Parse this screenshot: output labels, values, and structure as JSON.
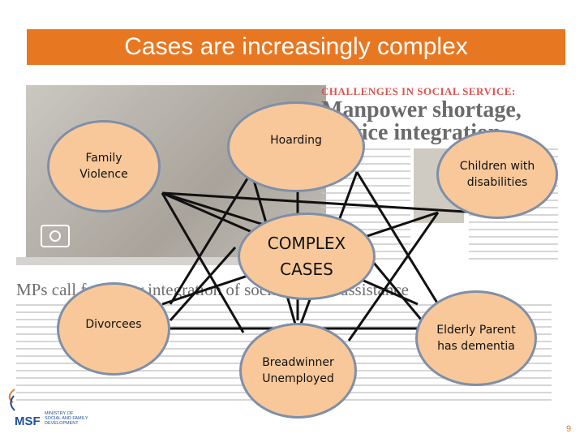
{
  "title": "Cases are increasingly complex",
  "clipping": {
    "kicker": "CHALLENGES IN SOCIAL SERVICE:",
    "headline_line1": "Manpower shortage,",
    "headline_line2": "service integration",
    "story_headline": "MPs call for better integration of social service assistance"
  },
  "diagram": {
    "center": "COMPLEX\nCASES",
    "nodes": {
      "family_violence": "Family\nViolence",
      "hoarding": "Hoarding",
      "children": "Children with\ndisabilities",
      "divorcees": "Divorcees",
      "breadwinner": "Breadwinner\nUnemployed",
      "elderly": "Elderly Parent\nhas dementia"
    }
  },
  "footer": {
    "logo_text": "MSF",
    "ministry": "MINISTRY OF\nSOCIAL AND FAMILY\nDEVELOPMENT",
    "page_number": "9"
  },
  "colors": {
    "accent": "#e87722",
    "node_fill": "#f8c89a",
    "node_border": "#7f8fa8",
    "logo_blue": "#1f4e9c"
  }
}
